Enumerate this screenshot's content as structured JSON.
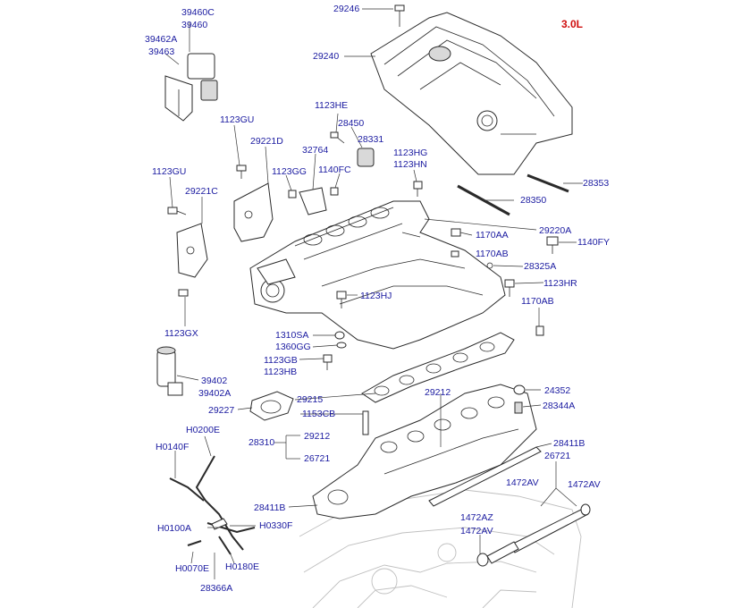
{
  "title": "3.0L",
  "labels": {
    "l29246": "29246",
    "l29240": "29240",
    "l39460c": "39460C",
    "l39460": "39460",
    "l39462a": "39462A",
    "l39463": "39463",
    "l1123hj_top": "1123HE",
    "l28450": "28450",
    "l28331": "28331",
    "l32764": "32764",
    "l1140fc": "1140FC",
    "l1123gu_a": "1123GU",
    "l29221d": "29221D",
    "l1123gg": "1123GG",
    "l1123hg": "1123HG",
    "l1123hn": "1123HN",
    "l28353": "28353",
    "l28350": "28350",
    "l1123gu_b": "1123GU",
    "l29221c": "29221C",
    "l1170aa": "1170AA",
    "l29220a": "29220A",
    "l1140fy": "1140FY",
    "l1170ab_a": "1170AB",
    "l28325a": "28325A",
    "l1123hr": "1123HR",
    "l1123hj": "1123HJ",
    "l1170ab_b": "1170AB",
    "l1123gx": "1123GX",
    "l1310sa": "1310SA",
    "l1360gg": "1360GG",
    "l1123gb": "1123GB",
    "l1123hb": "1123HB",
    "l39402": "39402",
    "l39402a": "39402A",
    "l29215": "29215",
    "l29212_a": "29212",
    "l24352": "24352",
    "l28344a": "28344A",
    "l29227": "29227",
    "l1153cb": "1153CB",
    "lh0200e": "H0200E",
    "lh0140f": "H0140F",
    "l28310": "28310",
    "l29212_b": "29212",
    "l26721_a": "26721",
    "l28411b_a": "28411B",
    "l26721_b": "26721",
    "l1472av_a": "1472AV",
    "l1472av_b": "1472AV",
    "l28411b_b": "28411B",
    "lh0330f": "H0330F",
    "lh0100a": "H0100A",
    "l1472az": "1472AZ",
    "l1472av_c": "1472AV",
    "lh0070e": "H0070E",
    "lh0180e": "H0180E",
    "l28366a": "28366A"
  }
}
